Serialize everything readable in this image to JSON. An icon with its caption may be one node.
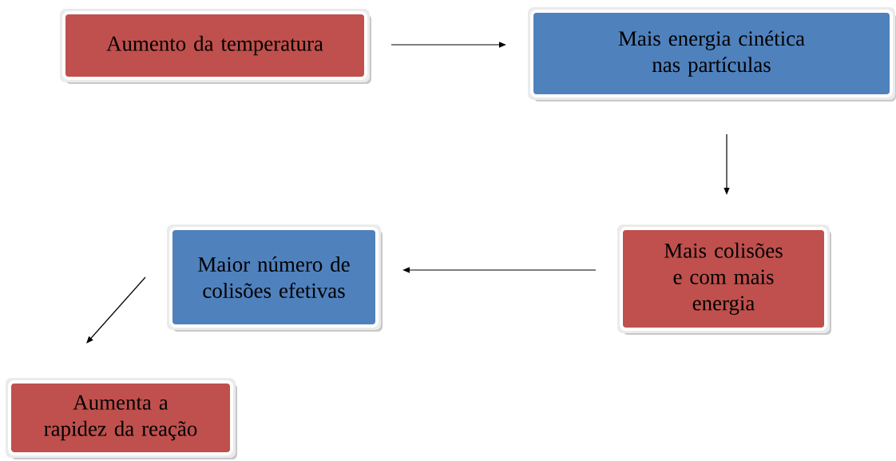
{
  "diagram": {
    "nodes": [
      {
        "text": [
          "Aumento da temperatura"
        ]
      },
      {
        "text": [
          "Mais energia cinética nas partículas"
        ]
      },
      {
        "text": [
          "Mais colisões e com mais energia"
        ]
      },
      {
        "text": [
          "Maior número de colisões efetivas"
        ]
      },
      {
        "text": [
          "Aumenta a rapidez da reação"
        ]
      }
    ],
    "edges": [
      {
        "from": 0,
        "to": 1,
        "arrow": "to"
      },
      {
        "from": 1,
        "to": 2,
        "arrow": "to"
      },
      {
        "from": 2,
        "to": 3,
        "arrow": "to"
      },
      {
        "from": 3,
        "to": 4,
        "arrow": "to"
      }
    ]
  }
}
